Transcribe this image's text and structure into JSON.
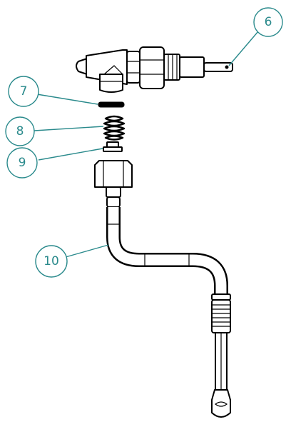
{
  "diagram": {
    "callout_color": "#2a8a8c",
    "line_color": "#000000",
    "callouts": [
      {
        "id": "c6",
        "label": "6"
      },
      {
        "id": "c7",
        "label": "7"
      },
      {
        "id": "c8",
        "label": "8"
      },
      {
        "id": "c9",
        "label": "9"
      },
      {
        "id": "c10",
        "label": "10"
      }
    ],
    "parts": [
      {
        "id": "part-6",
        "callout": "6",
        "name_icon": "tee-valve-fitting-icon"
      },
      {
        "id": "part-7",
        "callout": "7",
        "name_icon": "o-ring-icon"
      },
      {
        "id": "part-8",
        "callout": "8",
        "name_icon": "spring-icon"
      },
      {
        "id": "part-9",
        "callout": "9",
        "name_icon": "insert-sleeve-icon"
      },
      {
        "id": "part-10",
        "callout": "10",
        "name_icon": "bent-tube-assembly-icon"
      }
    ]
  }
}
